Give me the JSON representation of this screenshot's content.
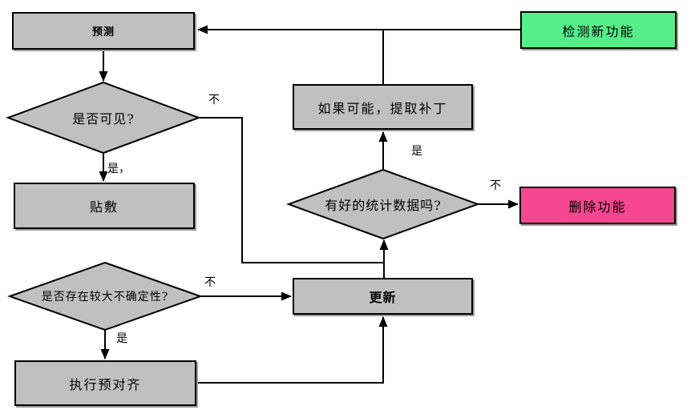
{
  "diagram": {
    "background": "#FFFFFF",
    "colors": {
      "node_fill": "#C0C0C0",
      "node_border": "#000000",
      "connector": "#000000",
      "highlight_green": "#55EE88",
      "highlight_pink": "#F4478F"
    },
    "nodes": {
      "predict": {
        "label": "预测",
        "shape": "rect"
      },
      "detect_new_feature": {
        "label": "检测新功能",
        "shape": "rect",
        "fill": "#55EE88"
      },
      "is_visible": {
        "label": "是否可见?",
        "shape": "diamond"
      },
      "paste": {
        "label": "贴敷",
        "shape": "rect"
      },
      "extract_patch": {
        "label": "如果可能，提取补丁",
        "shape": "rect"
      },
      "good_statistics": {
        "label": "有好的统计数据吗?",
        "shape": "diamond"
      },
      "delete_feature": {
        "label": "删除功能",
        "shape": "rect",
        "fill": "#F4478F"
      },
      "large_uncertainty": {
        "label": "是否存在较大不确定性?",
        "shape": "diamond"
      },
      "update": {
        "label": "更新",
        "shape": "rect"
      },
      "pre_align": {
        "label": "执行预对齐",
        "shape": "rect"
      }
    },
    "edge_labels": {
      "visible_no": "不",
      "visible_yes": "是，",
      "uncertainty_no": "不",
      "uncertainty_yes": "是",
      "statistics_yes": "是",
      "statistics_no": "不"
    }
  }
}
